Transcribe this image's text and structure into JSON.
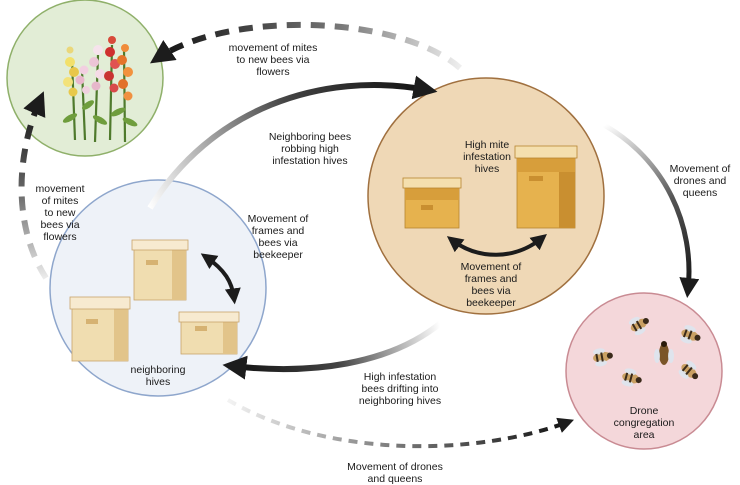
{
  "colors": {
    "flowers_fill": "#e2edd6",
    "flowers_stroke": "#8fb06a",
    "high_fill": "#efd8b6",
    "high_stroke": "#a0703f",
    "neighbor_fill": "#eef2f8",
    "neighbor_stroke": "#8ea6cc",
    "drone_fill": "#f4d7da",
    "drone_stroke": "#c98b93",
    "arrow": "#1c1c1c",
    "hive_light": "#f0ddb0",
    "hive_dark": "#e4b04c"
  },
  "nodes": {
    "flowers": {
      "icon": "snapdragon-flowers-icon"
    },
    "high": {
      "label": "High mite\ninfestation\nhives",
      "icon": "beehive-icon"
    },
    "neighbor": {
      "label": "neighboring\nhives",
      "icon": "beehive-icon"
    },
    "drone": {
      "label": "Drone\ncongregation\narea",
      "icon": "bee-icon"
    }
  },
  "edges": {
    "mites_flowers_top": "movement of mites\nto new bees via\nflowers",
    "robbing": "Neighboring bees\nrobbing high\ninfestation hives",
    "mites_flowers_left": "movement\nof mites\nto new\nbees via\nflowers",
    "frames_left": "Movement of\nframes and\nbees via\nbeekeeper",
    "frames_high": "Movement of\nframes and\nbees via\nbeekeeper",
    "drones_right": "Movement of\ndrones and\nqueens",
    "drifting": "High infestation\nbees drifting into\nneighboring hives",
    "drones_bottom": "Movement of drones\nand queens"
  }
}
